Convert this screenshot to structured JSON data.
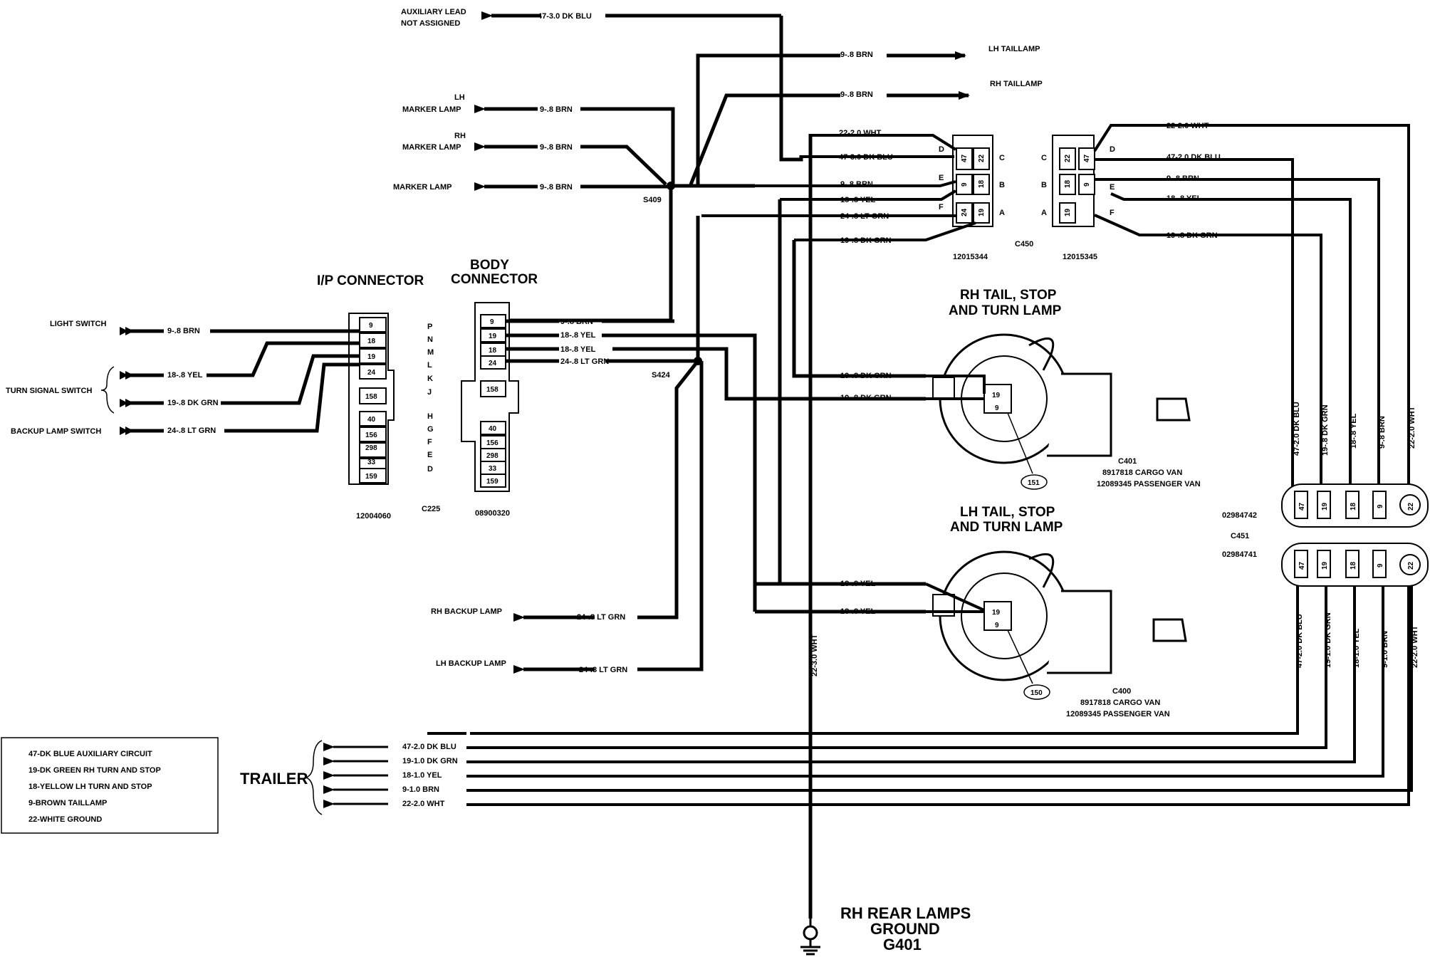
{
  "outputs": {
    "aux": [
      "AUXILIARY LEAD",
      "NOT ASSIGNED"
    ],
    "lh_taillamp": "LH TAILLAMP",
    "rh_taillamp": "RH TAILLAMP",
    "lh_marker": [
      "LH",
      "MARKER LAMP"
    ],
    "rh_marker": [
      "RH",
      "MARKER LAMP"
    ],
    "marker": "MARKER LAMP",
    "rh_backup": "RH BACKUP LAMP",
    "lh_backup": "LH BACKUP LAMP",
    "light_switch": "LIGHT SWITCH",
    "turn_signal_switch": "TURN SIGNAL SWITCH",
    "backup_lamp_switch": "BACKUP LAMP SWITCH"
  },
  "wire_labels": {
    "aux_blu": "47-3.0 DK BLU",
    "brn": "9-.8 BRN",
    "wht": "22-2.0 WHT",
    "yel": "18-.8 YEL",
    "ltgrn": "24-.8 LT GRN",
    "dkgrn": "19-.8 DK GRN",
    "blu20": "47-2.0 DK BLU",
    "wht30": "22-3.0 WHT",
    "trailer_blu": "47-2.0 DK BLU",
    "trailer_grn": "19-1.0 DK GRN",
    "trailer_yel": "18-1.0 YEL",
    "trailer_brn": "9-1.0 BRN",
    "trailer_wht": "22-2.0 WHT"
  },
  "splices": {
    "s409": "S409",
    "s424": "S424"
  },
  "connectors": {
    "ip_title": "I/P CONNECTOR",
    "body_title": [
      "BODY",
      "CONNECTOR"
    ],
    "ip_pins": [
      "9",
      "18",
      "19",
      "24",
      "158",
      "40",
      "156",
      "298",
      "33",
      "159"
    ],
    "body_pins": [
      "9",
      "19",
      "18",
      "24",
      "158",
      "40",
      "156",
      "298",
      "33",
      "159"
    ],
    "cavities": [
      "P",
      "N",
      "M",
      "L",
      "K",
      "J",
      "H",
      "G",
      "F",
      "E",
      "D"
    ],
    "ip_part": "12004060",
    "body_part": "08900320",
    "c225": "C225",
    "c450": "C450",
    "c450_left_part": "12015344",
    "c450_right_part": "12015345",
    "c450_left_pins": [
      "47",
      "22",
      "9",
      "18",
      "24",
      "19"
    ],
    "c450_right_pins": [
      "22",
      "47",
      "18",
      "9",
      "19"
    ],
    "c450_letters": [
      "D",
      "C",
      "E",
      "B",
      "F",
      "A"
    ],
    "c451": "C451",
    "c451_top_part": "02984742",
    "c451_bot_part": "02984741",
    "c451_pins": [
      "47",
      "19",
      "18",
      "9",
      "22"
    ]
  },
  "lamps": {
    "rh_title": [
      "RH TAIL, STOP",
      "AND TURN LAMP"
    ],
    "lh_title": [
      "LH TAIL, STOP",
      "AND TURN LAMP"
    ],
    "rh_pins": [
      "19",
      "9"
    ],
    "lh_pins": [
      "19",
      "9"
    ],
    "rh_ground": "151",
    "lh_ground": "150",
    "c401": [
      "C401",
      "8917818 CARGO VAN",
      "12089345 PASSENGER VAN"
    ],
    "c400": [
      "C400",
      "8917818 CARGO VAN",
      "12089345 PASSENGER VAN"
    ]
  },
  "legend": [
    "47-DK BLUE AUXILIARY CIRCUIT",
    "19-DK GREEN RH TURN AND STOP",
    "18-YELLOW LH TURN AND STOP",
    "9-BROWN TAILLAMP",
    "22-WHITE GROUND"
  ],
  "trailer": "TRAILER",
  "ground": [
    "RH REAR LAMPS",
    "GROUND",
    "G401"
  ]
}
